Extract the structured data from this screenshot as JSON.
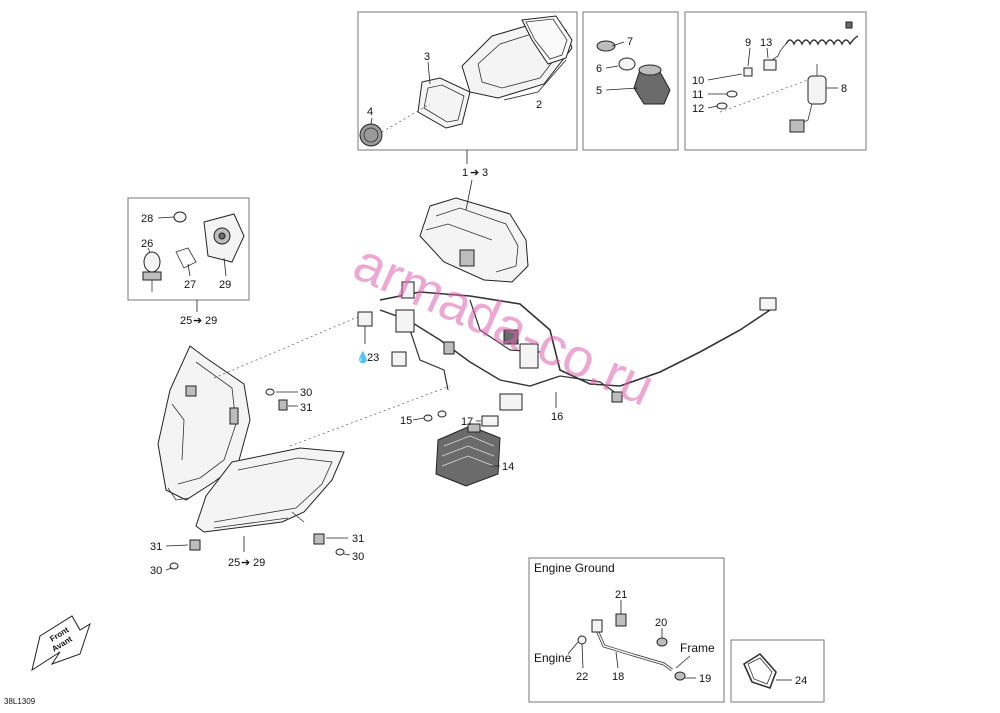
{
  "labels": {
    "l1": "1",
    "l2": "2",
    "l3": "3",
    "l4": "4",
    "l5": "5",
    "l6": "6",
    "l7": "7",
    "l8": "8",
    "l9": "9",
    "l10": "10",
    "l11": "11",
    "l12": "12",
    "l13": "13",
    "l13ref": "3",
    "l14": "14",
    "l15": "15",
    "l16": "16",
    "l17": "17",
    "l18": "18",
    "l19": "19",
    "l20": "20",
    "l21": "21",
    "l22": "22",
    "l23": "23",
    "l24": "24",
    "l25a": "25",
    "l29a": "29",
    "l25b": "25",
    "l29b": "29",
    "l26": "26",
    "l27": "27",
    "l28": "28",
    "l29": "29",
    "l30a": "30",
    "l30b": "30",
    "l30c": "30",
    "l31a": "31",
    "l31b": "31",
    "l31c": "31"
  },
  "engine_ground": {
    "title": "Engine Ground",
    "engine": "Engine",
    "frame": "Frame"
  },
  "front_arrow": {
    "line1": "Front",
    "line2": "Avant"
  },
  "diagram_code": "38L1309",
  "watermark": "armada-co.ru",
  "colors": {
    "watermark": "#e060b0",
    "line": "#222222"
  }
}
